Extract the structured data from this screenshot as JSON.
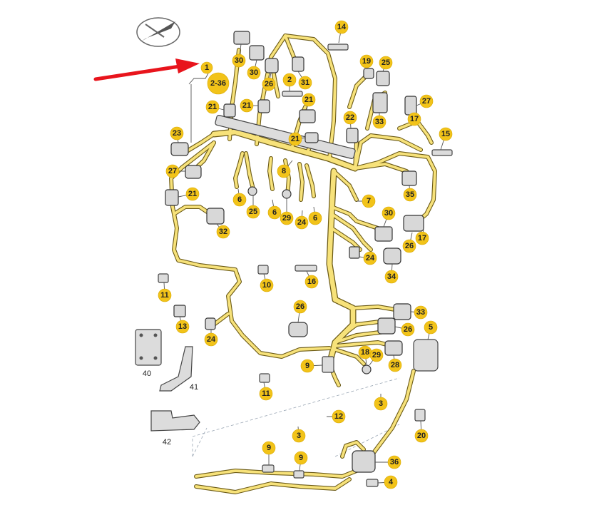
{
  "arrow_color": "#e8141c",
  "badge_color": "#f2c319",
  "harness_color": "#f7e27a",
  "main_badge": {
    "number": "1",
    "range": "2-36"
  },
  "callouts": [
    {
      "id": "b14",
      "label": "14"
    },
    {
      "id": "b30a",
      "label": "30"
    },
    {
      "id": "b30b",
      "label": "30"
    },
    {
      "id": "b26a",
      "label": "26"
    },
    {
      "id": "b31",
      "label": "31"
    },
    {
      "id": "b19",
      "label": "19"
    },
    {
      "id": "b25a",
      "label": "25"
    },
    {
      "id": "b27a",
      "label": "27"
    },
    {
      "id": "b33a",
      "label": "33"
    },
    {
      "id": "b17a",
      "label": "17"
    },
    {
      "id": "b2",
      "label": "2"
    },
    {
      "id": "b21a",
      "label": "21"
    },
    {
      "id": "b21b",
      "label": "21"
    },
    {
      "id": "b21c",
      "label": "21"
    },
    {
      "id": "b21d",
      "label": "21"
    },
    {
      "id": "b21e",
      "label": "21"
    },
    {
      "id": "b23",
      "label": "23"
    },
    {
      "id": "b22",
      "label": "22"
    },
    {
      "id": "b15",
      "label": "15"
    },
    {
      "id": "b8",
      "label": "8"
    },
    {
      "id": "b27b",
      "label": "27"
    },
    {
      "id": "b6a",
      "label": "6"
    },
    {
      "id": "b25b",
      "label": "25"
    },
    {
      "id": "b6b",
      "label": "6"
    },
    {
      "id": "b29a",
      "label": "29"
    },
    {
      "id": "b24a",
      "label": "24"
    },
    {
      "id": "b6c",
      "label": "6"
    },
    {
      "id": "b7",
      "label": "7"
    },
    {
      "id": "b35",
      "label": "35"
    },
    {
      "id": "b32",
      "label": "32"
    },
    {
      "id": "b30c",
      "label": "30"
    },
    {
      "id": "b17b",
      "label": "17"
    },
    {
      "id": "b26b",
      "label": "26"
    },
    {
      "id": "b24b",
      "label": "24"
    },
    {
      "id": "b34",
      "label": "34"
    },
    {
      "id": "b11a",
      "label": "11"
    },
    {
      "id": "b10",
      "label": "10"
    },
    {
      "id": "b16",
      "label": "16"
    },
    {
      "id": "b26c",
      "label": "26"
    },
    {
      "id": "b33b",
      "label": "33"
    },
    {
      "id": "b13",
      "label": "13"
    },
    {
      "id": "b24c",
      "label": "24"
    },
    {
      "id": "b26d",
      "label": "26"
    },
    {
      "id": "b5",
      "label": "5"
    },
    {
      "id": "b18",
      "label": "18"
    },
    {
      "id": "b29b",
      "label": "29"
    },
    {
      "id": "b28",
      "label": "28"
    },
    {
      "id": "b9a",
      "label": "9"
    },
    {
      "id": "b11b",
      "label": "11"
    },
    {
      "id": "b3a",
      "label": "3"
    },
    {
      "id": "b12",
      "label": "12"
    },
    {
      "id": "b3b",
      "label": "3"
    },
    {
      "id": "b20",
      "label": "20"
    },
    {
      "id": "b9b",
      "label": "9"
    },
    {
      "id": "b9c",
      "label": "9"
    },
    {
      "id": "b36",
      "label": "36"
    },
    {
      "id": "b4",
      "label": "4"
    }
  ],
  "plain_labels": [
    {
      "id": "l40",
      "label": "40"
    },
    {
      "id": "l41",
      "label": "41"
    },
    {
      "id": "l42",
      "label": "42"
    }
  ]
}
